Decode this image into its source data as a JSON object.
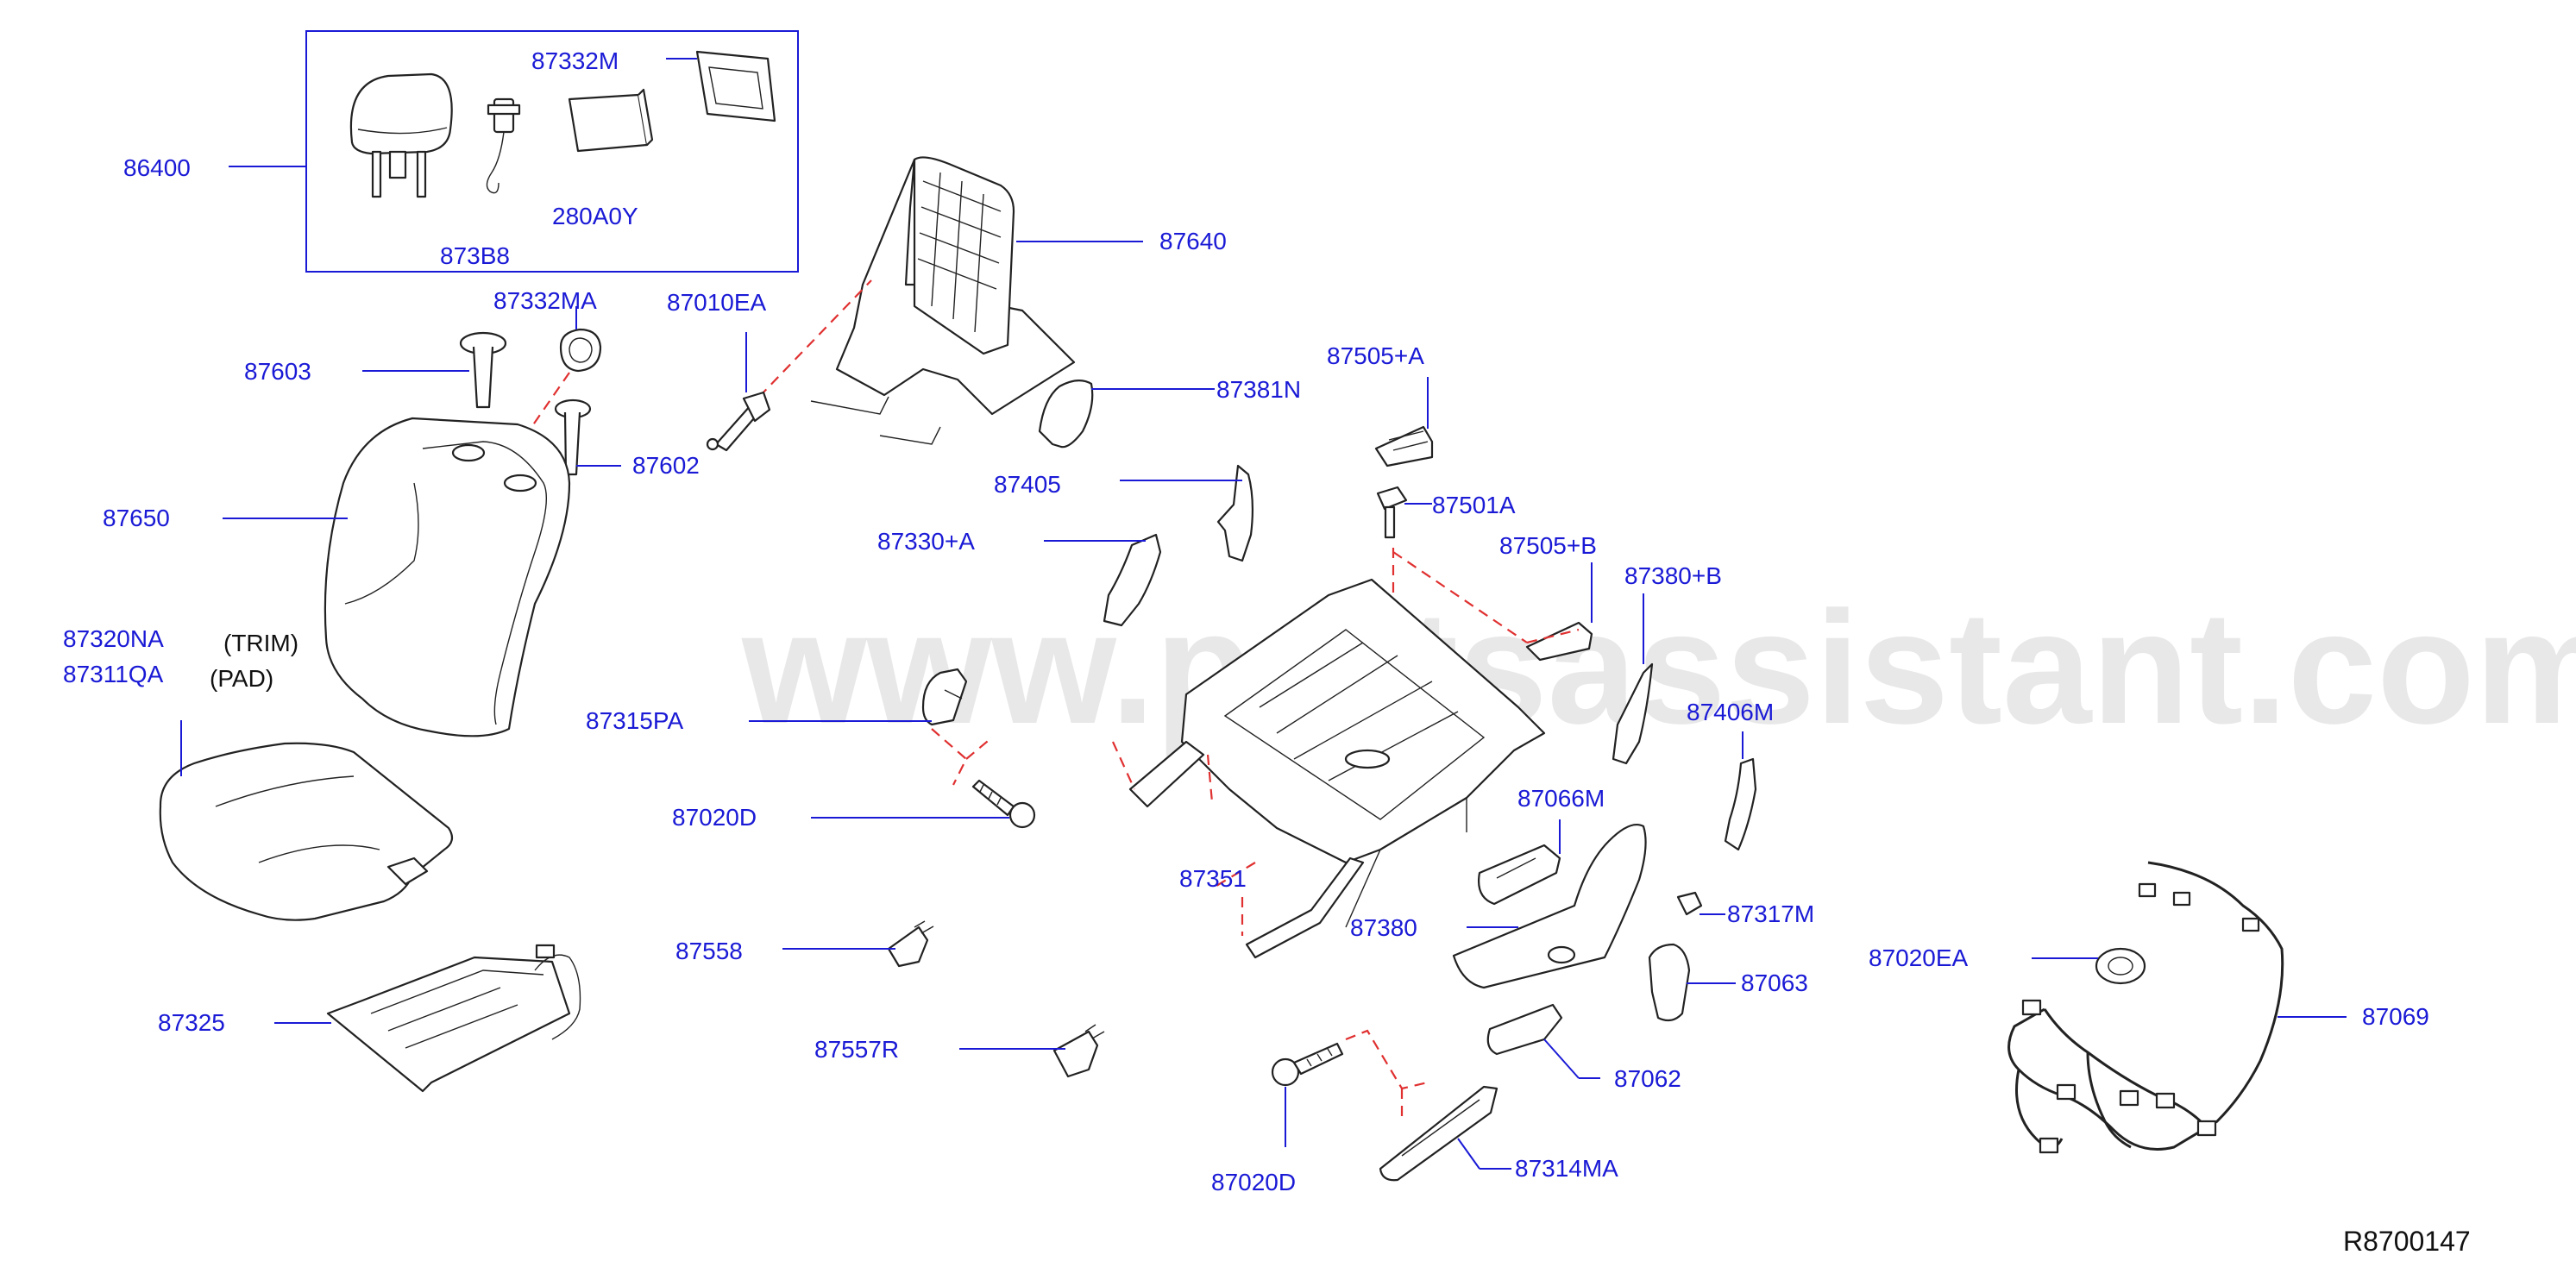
{
  "watermark": "www.partsassistant.com",
  "diagram_code": "R8700147",
  "labels": {
    "p86400": "86400",
    "p87332M": "87332M",
    "p280A0Y": "280A0Y",
    "p873B8": "873B8",
    "p87640": "87640",
    "p87332MA": "87332MA",
    "p87010EA": "87010EA",
    "p87603": "87603",
    "p87602": "87602",
    "p87381N": "87381N",
    "p87505A": "87505+A",
    "p87650": "87650",
    "p87405": "87405",
    "p87501A": "87501A",
    "p87330A": "87330+A",
    "p87505B": "87505+B",
    "p87380B": "87380+B",
    "p87320NA": "87320NA",
    "trim": "(TRIM)",
    "p87311QA": "87311QA",
    "pad": "(PAD)",
    "p87315PA": "87315PA",
    "p87406M": "87406M",
    "p87020D_a": "87020D",
    "p87066M": "87066M",
    "p87351": "87351",
    "p87317M": "87317M",
    "p87380": "87380",
    "p87558": "87558",
    "p87020EA": "87020EA",
    "p87063": "87063",
    "p87325": "87325",
    "p87069": "87069",
    "p87557R": "87557R",
    "p87062": "87062",
    "p87314MA": "87314MA",
    "p87020D_b": "87020D"
  }
}
